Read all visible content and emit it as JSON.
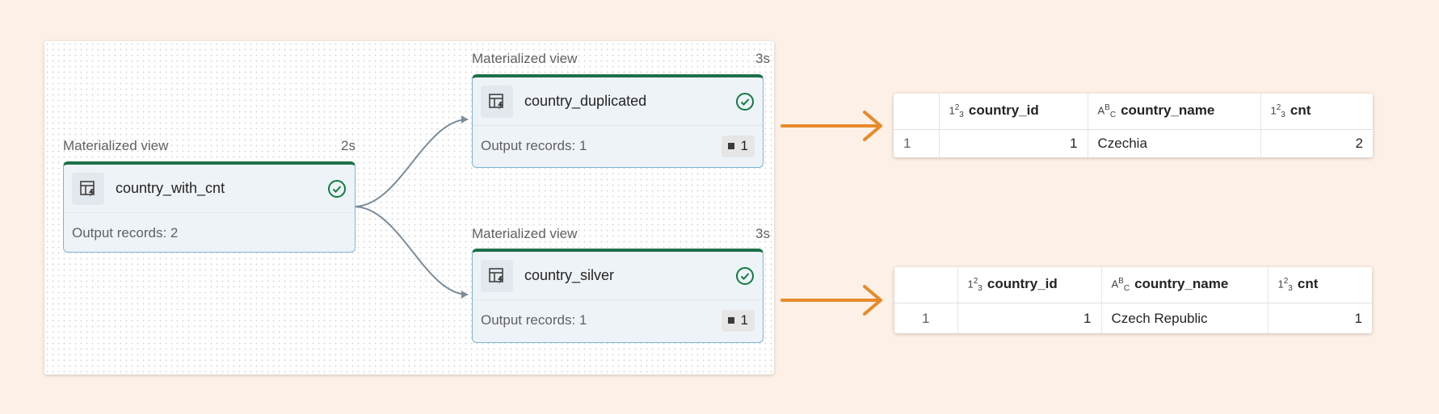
{
  "nodes": [
    {
      "caption": "Materialized view",
      "duration": "2s",
      "name": "country_with_cnt",
      "output_label": "Output records: 2",
      "badge": ""
    },
    {
      "caption": "Materialized view",
      "duration": "3s",
      "name": "country_duplicated",
      "output_label": "Output records: 1",
      "badge": "1"
    },
    {
      "caption": "Materialized view",
      "duration": "3s",
      "name": "country_silver",
      "output_label": "Output records: 1",
      "badge": "1"
    }
  ],
  "grids": [
    {
      "columns": [
        {
          "type": "123",
          "name": "country_id"
        },
        {
          "type": "ABC",
          "name": "country_name"
        },
        {
          "type": "123",
          "name": "cnt"
        }
      ],
      "rows": [
        [
          "1",
          "1",
          "Czechia",
          "2"
        ]
      ]
    },
    {
      "columns": [
        {
          "type": "123",
          "name": "country_id"
        },
        {
          "type": "ABC",
          "name": "country_name"
        },
        {
          "type": "123",
          "name": "cnt"
        }
      ],
      "rows": [
        [
          "1",
          "1",
          "Czech Republic",
          "1"
        ]
      ]
    }
  ],
  "colors": {
    "background": "#fdf0e6",
    "node_border_top": "#1e7049",
    "success": "#107c41",
    "arrow": "#e88a2a",
    "edge": "#7a8c99"
  },
  "icons": {
    "node": "materialized-view-icon",
    "status": "check-circle-icon",
    "badge": "square-icon",
    "arrow": "arrow-right-icon"
  }
}
